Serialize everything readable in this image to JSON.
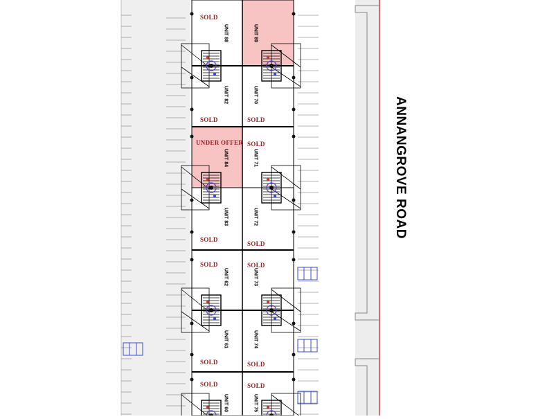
{
  "road_name": "ANNANGROVE ROAD",
  "colors": {
    "highlight": "#f7c3c3",
    "status_text": "#9b2226",
    "lines": "#000000",
    "road_fill": "#ededed",
    "margin_fill": "#efefef",
    "boundary": "#d43c3c",
    "parking": "#3a4dc8"
  },
  "units": [
    {
      "id": "u88",
      "label": "UNIT 88",
      "status": "SOLD",
      "highlighted": false
    },
    {
      "id": "u89",
      "label": "UNIT 89",
      "status": "",
      "highlighted": true
    },
    {
      "id": "u82",
      "label": "UNIT 82",
      "status": "SOLD",
      "highlighted": false
    },
    {
      "id": "u70",
      "label": "UNIT 70",
      "status": "SOLD",
      "highlighted": false
    },
    {
      "id": "u84",
      "label": "UNIT 84",
      "status": "UNDER OFFER",
      "highlighted": true
    },
    {
      "id": "u71",
      "label": "UNIT 71",
      "status": "SOLD",
      "highlighted": false
    },
    {
      "id": "u83",
      "label": "UNIT 83",
      "status": "SOLD",
      "highlighted": false
    },
    {
      "id": "u72",
      "label": "UNIT 72",
      "status": "SOLD",
      "highlighted": false
    },
    {
      "id": "u62",
      "label": "UNIT 62",
      "status": "SOLD",
      "highlighted": false
    },
    {
      "id": "u73",
      "label": "UNIT 73",
      "status": "SOLD",
      "highlighted": false
    },
    {
      "id": "u61",
      "label": "UNIT 61",
      "status": "SOLD",
      "highlighted": false
    },
    {
      "id": "u74",
      "label": "UNIT 74",
      "status": "SOLD",
      "highlighted": false
    },
    {
      "id": "u60",
      "label": "UNIT 60",
      "status": "SOLD",
      "highlighted": false
    },
    {
      "id": "u75",
      "label": "UNIT 75",
      "status": "SOLD",
      "highlighted": false
    }
  ]
}
